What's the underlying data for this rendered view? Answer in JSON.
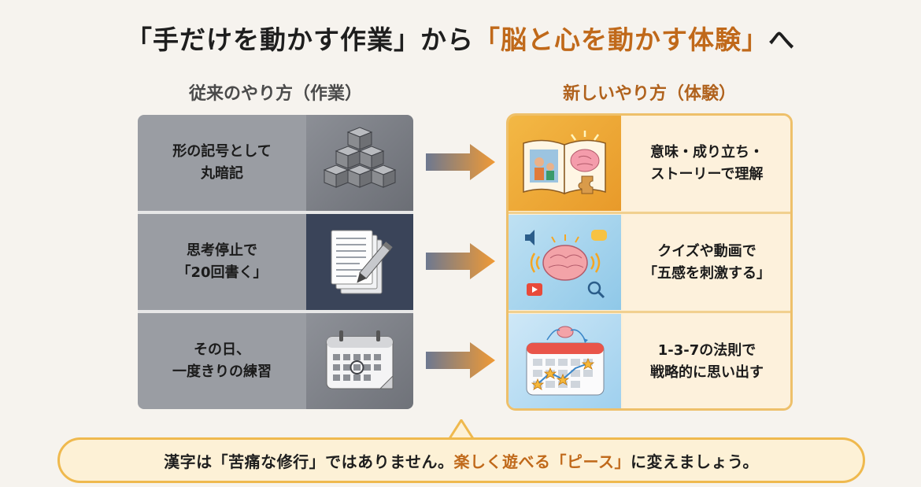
{
  "title": {
    "part1": "「手だけを動かす作業」から",
    "accent": "「脳と心を動かす体験」",
    "part2": "へ"
  },
  "columns": {
    "old_heading": "従来のやり方（作業）",
    "new_heading": "新しいやり方（体験）"
  },
  "old_rows": [
    {
      "line1": "形の記号として",
      "line2": "丸暗記",
      "icon": "blocks-icon"
    },
    {
      "line1": "思考停止で",
      "line2": "「20回書く」",
      "icon": "paper-pencil-icon"
    },
    {
      "line1": "その日、",
      "line2": "一度きりの練習",
      "icon": "calendar-icon"
    }
  ],
  "new_rows": [
    {
      "line1": "意味・成り立ち・",
      "line2": "ストーリーで理解",
      "icon": "book-brain-puzzle-icon"
    },
    {
      "line1": "クイズや動画で",
      "line2": "「五感を刺激する」",
      "icon": "brain-senses-icon"
    },
    {
      "line1": "1-3-7の法則で",
      "line2": "戦略的に思い出す",
      "icon": "calendar-stars-icon"
    }
  ],
  "bubble": {
    "part1": "漢字は「苦痛な修行」ではありません。",
    "accent": "楽しく遊べる「ピース」",
    "part2": "に変えましょう。"
  },
  "colors": {
    "accent": "#c0691a",
    "old_text_bg": "#9a9da3",
    "new_border": "#eec06a",
    "bubble_border": "#efb94e"
  }
}
